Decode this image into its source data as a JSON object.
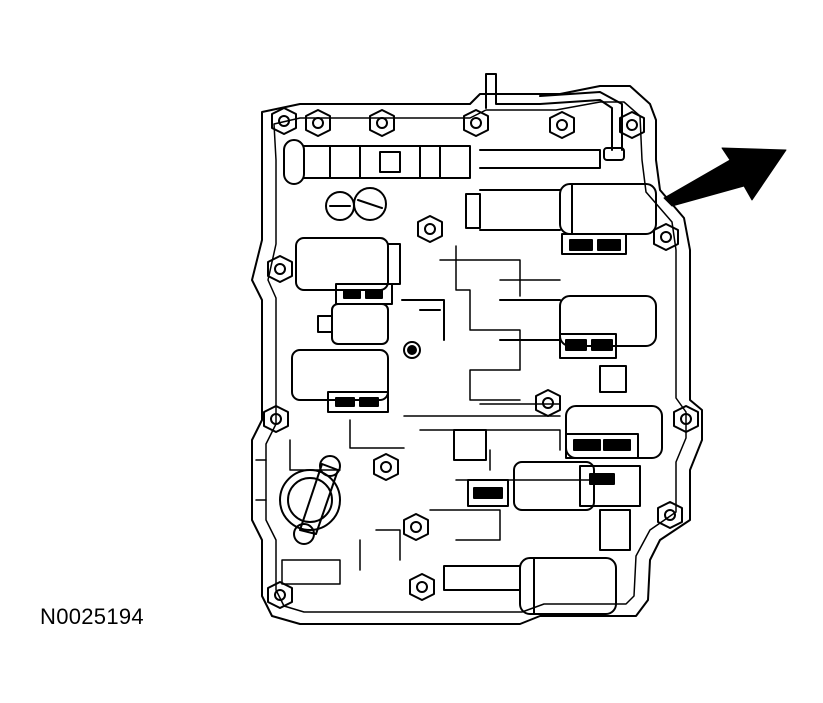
{
  "figure": {
    "reference_number": "N0025194",
    "subject": "valve-body-with-solenoids",
    "pointer": "arrow-indicating-solenoid"
  },
  "colors": {
    "ink": "#000000",
    "paper": "#ffffff"
  }
}
